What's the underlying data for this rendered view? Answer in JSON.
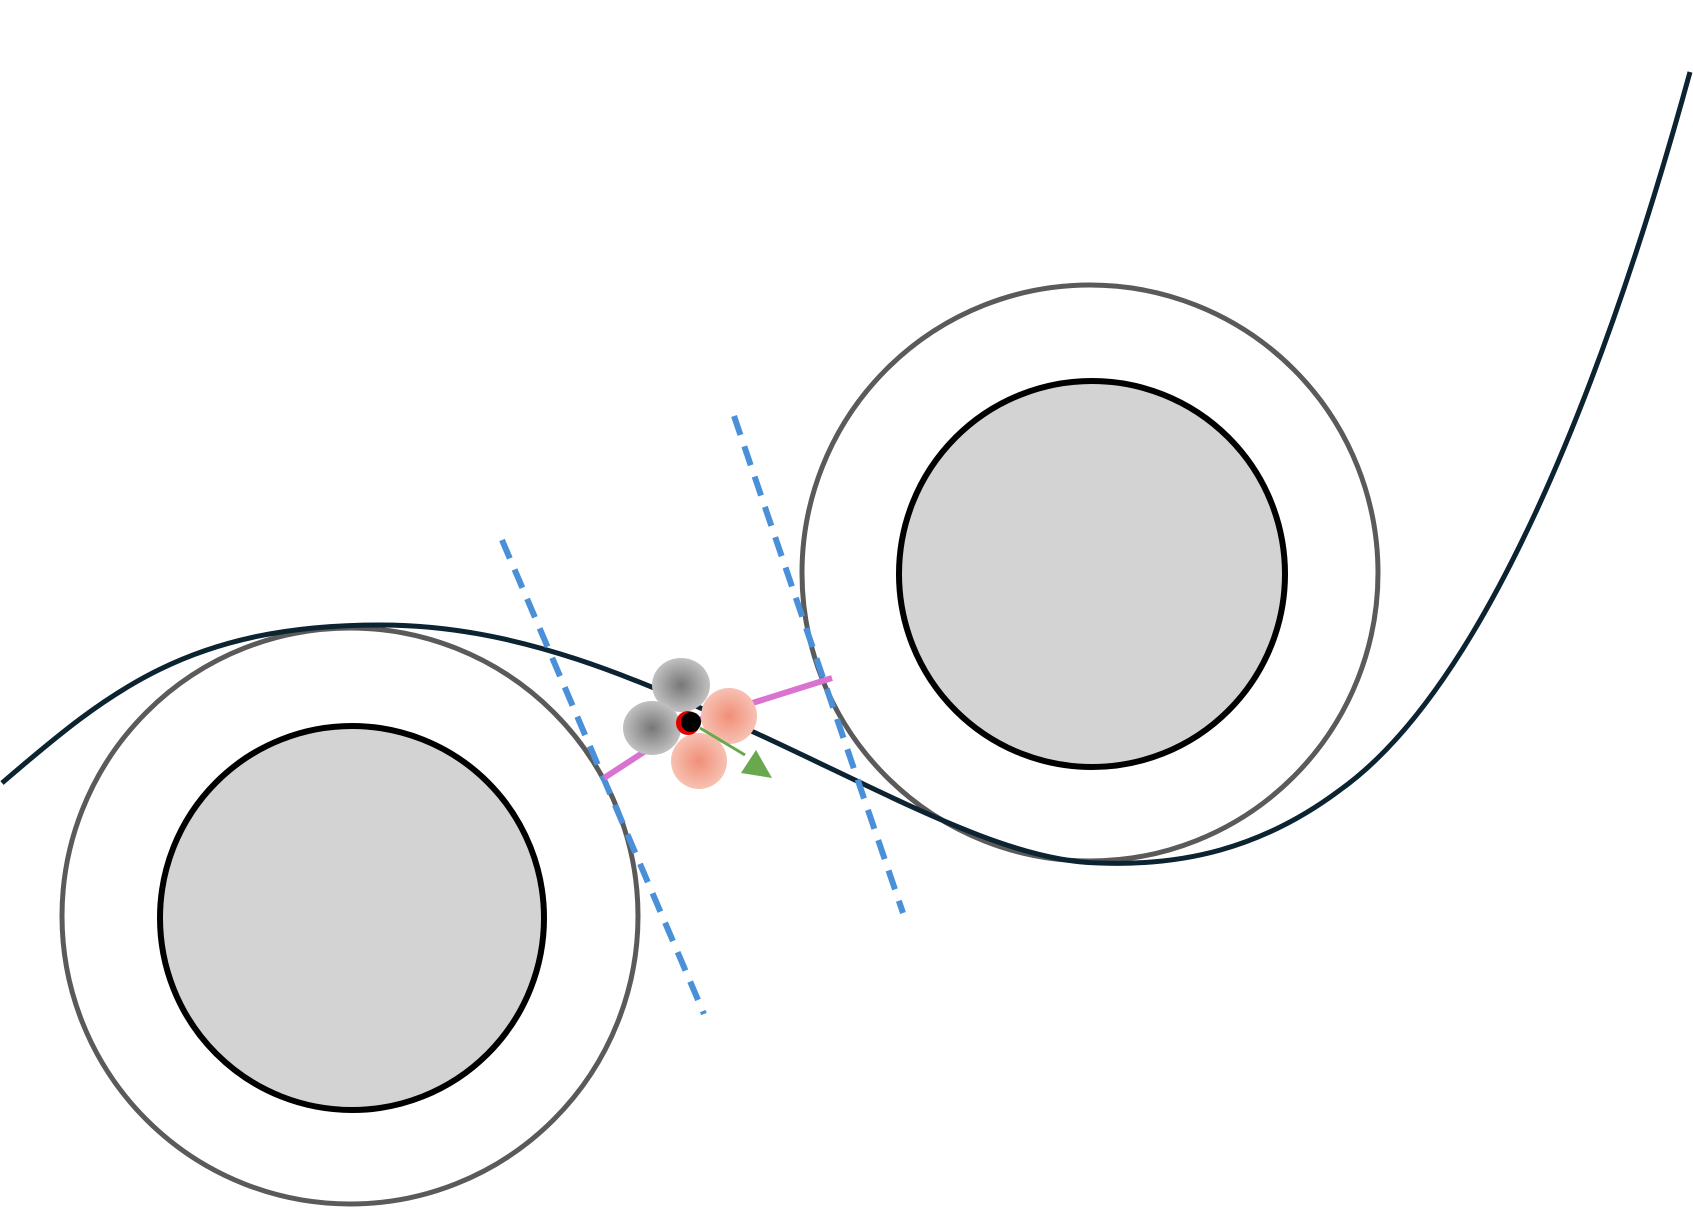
{
  "diagram": {
    "colors": {
      "background": "#ffffff",
      "rim_outer_stroke": "#5a5a5a",
      "rim_inner_stroke": "#000000",
      "rim_fill": "#d3d3d3",
      "strand": "#0c2331",
      "tangent_dashed": "#4a90d9",
      "tether": "#d972d0",
      "lobe_gray": "#8a8a8a",
      "lobe_peach": "#f0a390",
      "center_dot": "#000000",
      "center_accent": "#e00000",
      "arrow": "#6aa84f"
    },
    "elements": {
      "left_wheel": {
        "kind": "wheel",
        "has_hub": true
      },
      "right_wheel": {
        "kind": "wheel",
        "has_hub": true
      },
      "strand": {
        "kind": "curve",
        "wraps": [
          "left_wheel",
          "right_wheel"
        ]
      },
      "tangent_lines": {
        "count": 2,
        "style": "dashed"
      },
      "tether": {
        "count": 2,
        "style": "solid"
      },
      "particle": {
        "lobes_gray": 2,
        "lobes_peach": 2
      },
      "direction_arrow": {
        "kind": "triangle"
      }
    }
  }
}
